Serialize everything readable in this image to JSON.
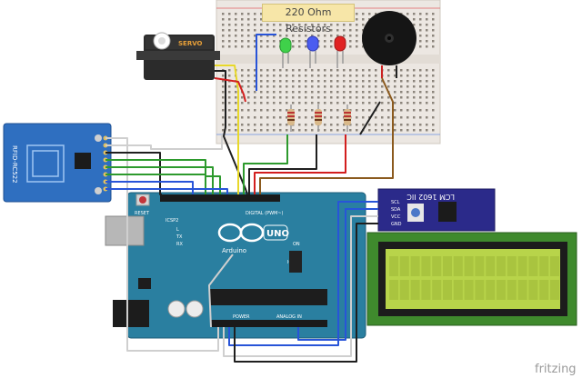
{
  "labels": {
    "resistors": "220 Ohm Resistors",
    "servo": "SERVO",
    "rfid": "RFID-RC522",
    "lcd_module": "LCM 1602 IIC",
    "arduino_brand": "Arduino",
    "arduino_model": "UNO",
    "reset": "RESET",
    "icsp2": "ICSP2",
    "icsp": "ICSP",
    "digital": "DIGITAL (PWM~)",
    "analog": "ANALOG IN",
    "power": "POWER",
    "tx": "TX",
    "rx": "RX",
    "l": "L",
    "on": "ON",
    "scl": "SCL",
    "sda": "SDA",
    "vcc": "VCC",
    "gnd": "GND",
    "fritzing": "fritzing"
  },
  "colors": {
    "arduino": "#2a7fa0",
    "rfid": "#2f6fc0",
    "lcd_board": "#3f8a2d",
    "lcd_screen": "#b8d44a",
    "i2c_board": "#2b2a8a",
    "breadboard": "#ece7e2",
    "servo": "#2b2b2b",
    "led_green": "#3fd14a",
    "led_blue": "#4a5cf0",
    "led_red": "#e02222",
    "buzzer": "#151515"
  }
}
